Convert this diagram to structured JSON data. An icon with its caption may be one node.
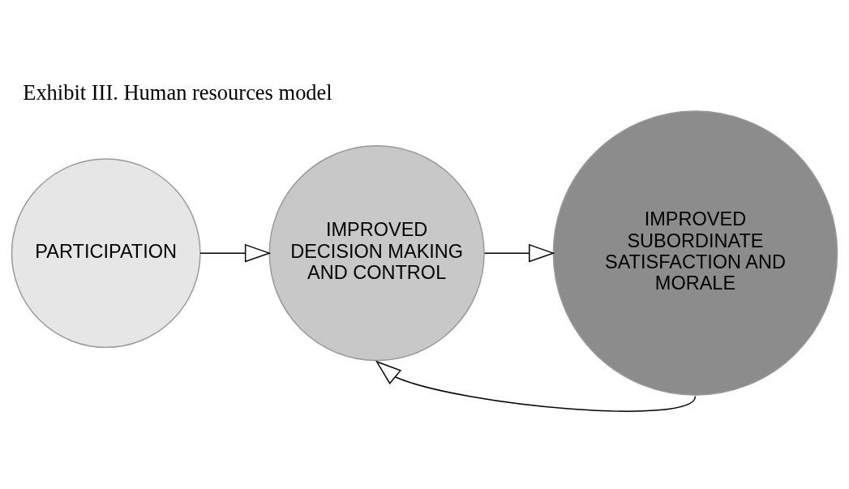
{
  "diagram": {
    "title": "Exhibit III. Human resources model",
    "nodes": [
      {
        "text": [
          "PARTICIPATION"
        ]
      },
      {
        "text": [
          "IMPROVED DECISION MAKING AND CONTROL"
        ]
      },
      {
        "text": [
          "IMPROVED SUBORDINATE SATISFACTION AND MORALE"
        ]
      }
    ],
    "edges": [
      {
        "from": 0,
        "to": 1,
        "arrow": "to"
      },
      {
        "from": 1,
        "to": 2,
        "arrow": "to"
      },
      {
        "from": 2,
        "to": 1,
        "arrow": "to"
      }
    ]
  }
}
